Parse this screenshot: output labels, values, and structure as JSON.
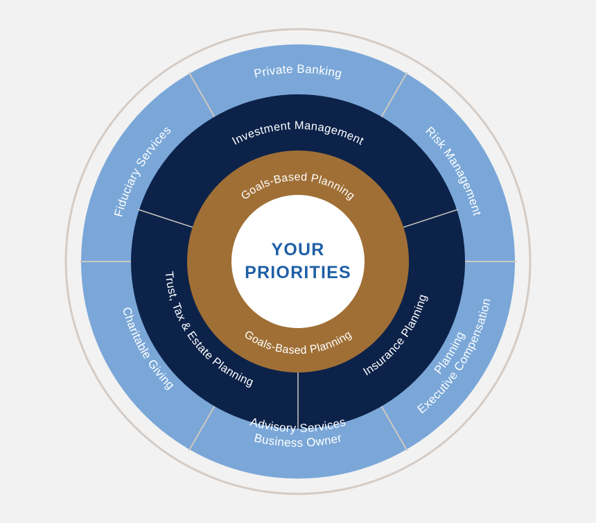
{
  "diagram": {
    "center": {
      "line1": "YOUR",
      "line2": "PRIORITIES"
    },
    "inner_ring": {
      "top": "Goals-Based Planning",
      "bottom": "Goals-Based Planning"
    },
    "middle_ring": [
      {
        "id": "investment",
        "label": "Investment Management"
      },
      {
        "id": "insurance",
        "label": "Insurance Planning"
      },
      {
        "id": "trust",
        "label": "Trust, Tax & Estate Planning"
      }
    ],
    "outer_ring": [
      {
        "id": "private",
        "label": "Private Banking"
      },
      {
        "id": "risk",
        "label": "Risk Management"
      },
      {
        "id": "exec",
        "label": "Executive Compensation",
        "label2": "Planning"
      },
      {
        "id": "business",
        "label": "Business Owner",
        "label2": "Advisory Services"
      },
      {
        "id": "charitable",
        "label": "Charitable Giving"
      },
      {
        "id": "fiduciary",
        "label": "Fiduciary Services"
      }
    ],
    "colors": {
      "outer": "#7aa7d8",
      "middle": "#0c2249",
      "inner": "#a06f35",
      "center_fill": "#ffffff",
      "center_text": "#1f5fa6",
      "border_ring": "#d4cbc5",
      "divider": "#cfc8c2",
      "background": "#f2f2f2"
    }
  }
}
